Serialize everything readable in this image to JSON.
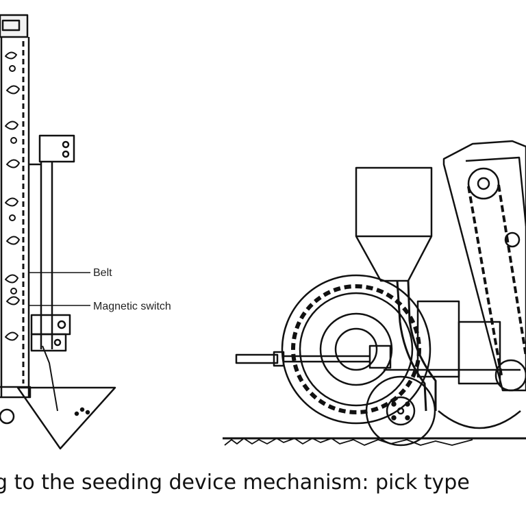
{
  "figure": {
    "labels": {
      "belt": "Belt",
      "magnetic_switch": "Magnetic switch"
    },
    "caption": "g to the seeding device mechanism: pick type"
  }
}
